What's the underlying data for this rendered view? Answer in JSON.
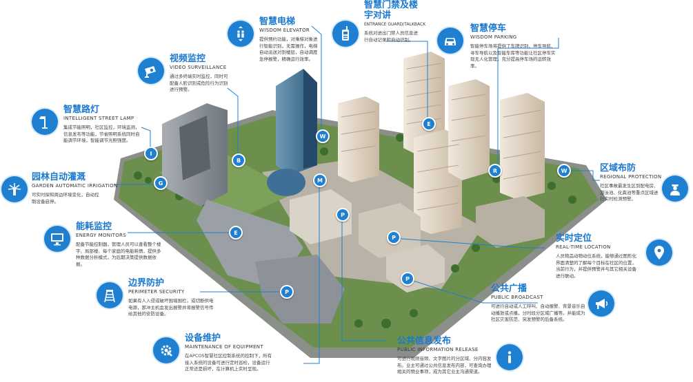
{
  "colors": {
    "accent": "#1f7fd1",
    "text_dark": "#333333",
    "bg": "#ffffff"
  },
  "features": [
    {
      "id": "elevator",
      "icon": "elevator-icon",
      "zh": "智慧电梯",
      "en": "WISDOM ELEVATOR",
      "desc": "提供预约功能，对乘梯对象进行智能识别，无需操作，电梯自动派送对到楼层，自动调度急停报警，精确运行效率。"
    },
    {
      "id": "entrance",
      "icon": "walkie-talkie-icon",
      "zh": "智慧门禁及楼宇对讲",
      "en": "ENTRANCE GUARD/TALKBACK",
      "desc": "系统对进出门禁人员信息进行自动记录和自动识别。"
    },
    {
      "id": "parking",
      "icon": "car-icon",
      "zh": "智慧停车",
      "en": "WISDOM PARKING",
      "desc": "智能停车场将提供了车牌识别、停车导航、寻车导航以及智能车库等功能让社区停车实现无人化管理，充分提高停车场的运转效率。"
    },
    {
      "id": "video",
      "icon": "camera-icon",
      "zh": "视频监控",
      "en": "VIDEO SURVEILLANCE",
      "desc": "通过多终端实时监控，同时可配备人脸识别或危险行为识别进行预警。"
    },
    {
      "id": "streetlamp",
      "icon": "street-lamp-icon",
      "zh": "智慧路灯",
      "en": "INTELLIGENT STREET LAMP",
      "desc": "集成节能照明，社区监控，环境监测，信息发布等功能，节省照明系统同时自能调节环境，智能调节光照强度。"
    },
    {
      "id": "irrigation",
      "icon": "sprinkler-icon",
      "zh": "园林自动灌溉",
      "en": "GARDEN AUTOMATIC IRRIGATION",
      "desc": "可实时探知周边环境变化，自动控制设备启停。"
    },
    {
      "id": "energy",
      "icon": "monitor-icon",
      "zh": "能耗监控",
      "en": "ENERGY MONITORS",
      "desc": "配备节能控制器，管理人员可以查看整个楼宇、局部楼、每个家庭的电能耗情，提供多种数据分析模式，为后期决策提供数据依据。"
    },
    {
      "id": "perimeter",
      "icon": "tower-icon",
      "zh": "边界防护",
      "en": "PERIMETER SECURITY",
      "desc": "如果有人入侵或破坏围墙围栏，或切断供电电源，那冲主机会发出报警并将报警信号传给其他的安防设备。"
    },
    {
      "id": "maintenance",
      "icon": "gear-icon",
      "zh": "设备维护",
      "en": "MAINTENANCE OF EQUIPMENT",
      "desc": "在APCOS智慧社区控制系统的控制下，所有接入系统的设备可进行定时巡检，设备运行正常还是损坏，在计算机上实时呈现。"
    },
    {
      "id": "regional",
      "icon": "guard-icon",
      "zh": "区域布防",
      "en": "REGIONAL PROTECTION",
      "desc": "社区事故最发生区到配电房、游泳池、化粪池等重点区域进行实时检测预警。"
    },
    {
      "id": "location",
      "icon": "location-pin-icon",
      "zh": "实时定位",
      "en": "REAL-TIME LOCATION",
      "desc": "人员物品动物动位系统，能够通过图形化界面清楚的了解每个目标在社区的位置，当前行为，并提供预警并与其它相关设备进行联动。"
    },
    {
      "id": "broadcast",
      "icon": "megaphone-icon",
      "zh": "公共广播",
      "en": "PUBLIC BROADCAST",
      "desc": "可进行自动或人工呼叫、自动报警、背景音乐自动播放或点播，分时段分区域广播等。并能成为社区灾害防范、突发预警的后备系统。"
    },
    {
      "id": "info",
      "icon": "info-icon",
      "zh": "公共信息发布",
      "en": "PUBLIC INFORMATION RELEASE",
      "desc": "可进行视频音频、文字图片的分区域、分内容发布。业主可通过公共信息发布内容，可查询办理相关的物业事项，成为其它业主沟通渠道。"
    }
  ],
  "markers": [
    {
      "id": "m-i",
      "letter": "I"
    },
    {
      "id": "m-g",
      "letter": "G"
    },
    {
      "id": "m-b",
      "letter": "B"
    },
    {
      "id": "m-w1",
      "letter": "W"
    },
    {
      "id": "m-m",
      "letter": "M"
    },
    {
      "id": "m-e1",
      "letter": "E"
    },
    {
      "id": "m-r",
      "letter": "R"
    },
    {
      "id": "m-w2",
      "letter": "W"
    },
    {
      "id": "m-e2",
      "letter": "E"
    },
    {
      "id": "m-p1",
      "letter": "P"
    },
    {
      "id": "m-p2",
      "letter": "P"
    },
    {
      "id": "m-p3",
      "letter": "P"
    },
    {
      "id": "m-p4",
      "letter": "P"
    }
  ]
}
